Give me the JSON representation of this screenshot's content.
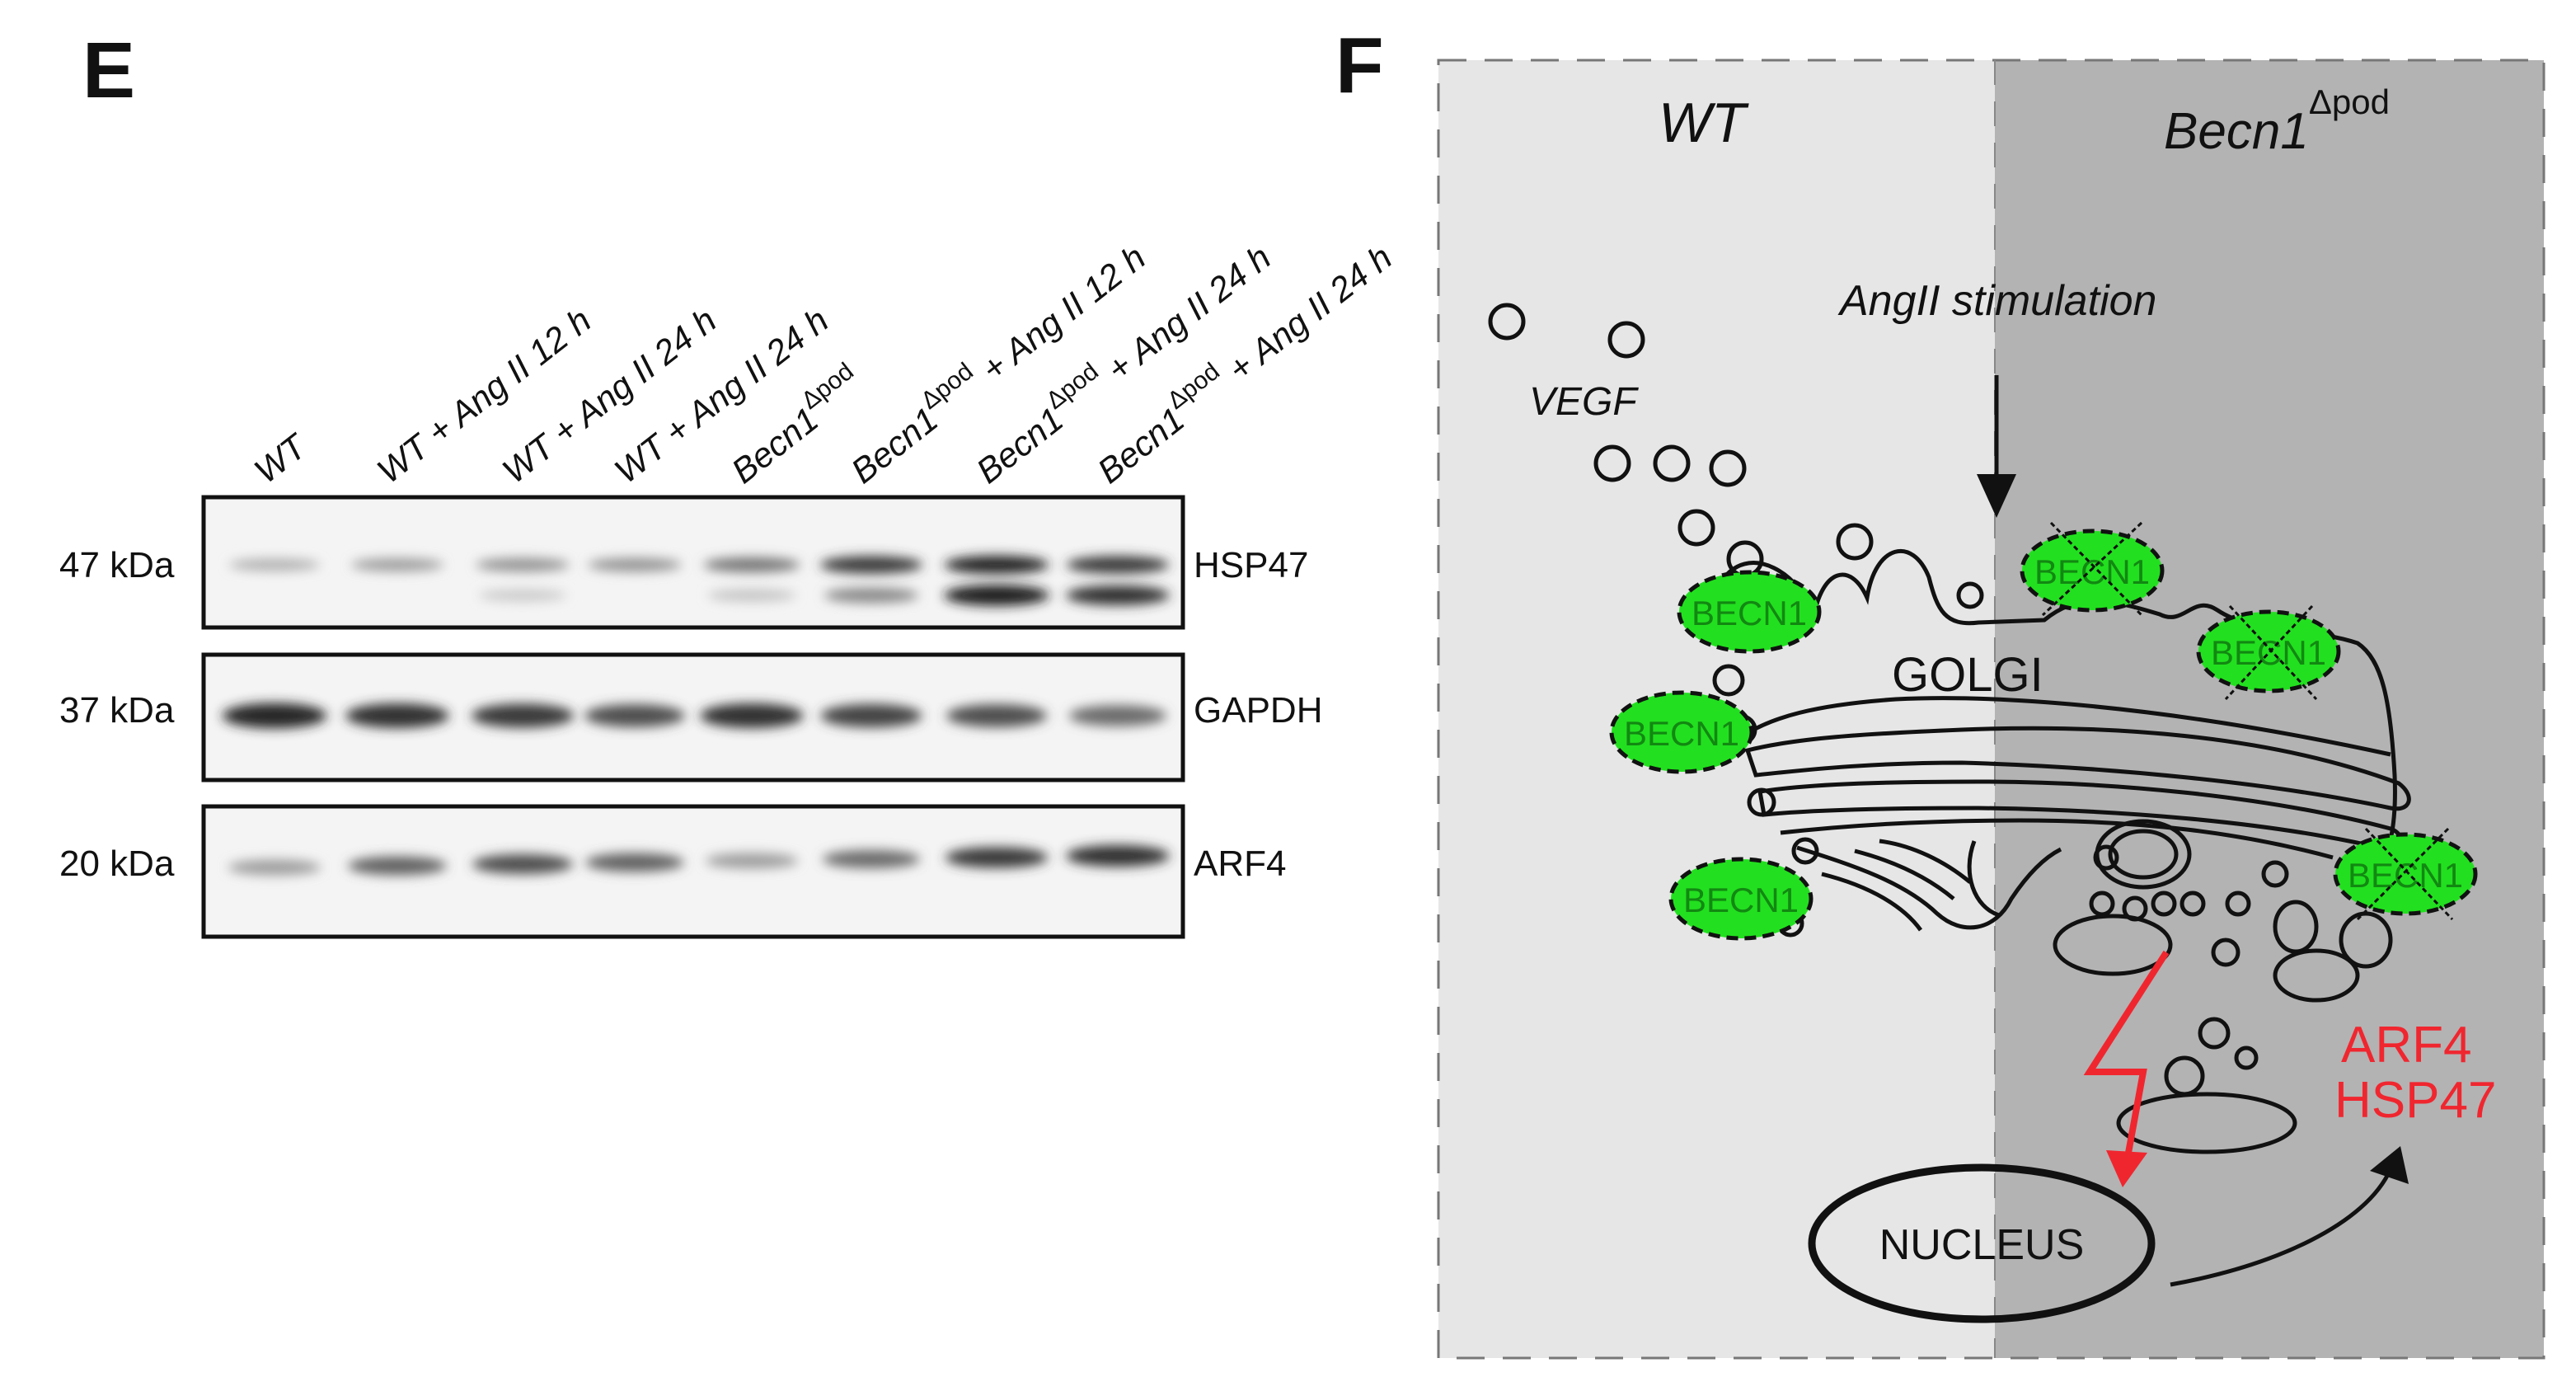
{
  "panel_e": {
    "letter": "E",
    "lanes": [
      {
        "main": "WT",
        "mid": "",
        "tail": ""
      },
      {
        "main": "WT + Ang II 12 h",
        "mid": "",
        "tail": ""
      },
      {
        "main": "WT + Ang II 24 h",
        "mid": "",
        "tail": ""
      },
      {
        "main": "WT + Ang II 24 h",
        "mid": "",
        "tail": ""
      },
      {
        "main": "Becn1",
        "mid": "Δpod",
        "tail": ""
      },
      {
        "main": "Becn1",
        "mid": "Δpod",
        "tail": " + Ang II 12 h"
      },
      {
        "main": "Becn1",
        "mid": "Δpod",
        "tail": " + Ang II 24 h"
      },
      {
        "main": "Becn1",
        "mid": "Δpod",
        "tail": " + Ang II 24 h"
      }
    ],
    "blots": [
      {
        "mw": "47 kDa",
        "protein": "HSP47",
        "upper_intensity": [
          0.25,
          0.35,
          0.4,
          0.4,
          0.55,
          0.85,
          0.95,
          0.85
        ],
        "lower_intensity": [
          0,
          0,
          0.12,
          0,
          0.15,
          0.45,
          1.0,
          0.9
        ]
      },
      {
        "mw": "37 kDa",
        "protein": "GAPDH",
        "intensity": [
          0.95,
          0.9,
          0.85,
          0.75,
          0.9,
          0.8,
          0.75,
          0.6
        ]
      },
      {
        "mw": "20 kDa",
        "protein": "ARF4",
        "intensity": [
          0.35,
          0.65,
          0.75,
          0.65,
          0.35,
          0.6,
          0.85,
          0.9
        ]
      }
    ]
  },
  "panel_f": {
    "letter": "F",
    "region_wt": "WT",
    "region_ko": "Becn1",
    "region_ko_sup": "Δpod",
    "stimulation": "AngII stimulation",
    "vegf": "VEGF",
    "golgi": "GOLGI",
    "nucleus": "NUCLEUS",
    "becn1_label": "BECN1",
    "arf4": "ARF4",
    "hsp47": "HSP47",
    "colors": {
      "wt_bg": "#e6e6e6",
      "ko_bg": "#b3b3b3",
      "becn1": "#22e01f",
      "signal": "#f0262f"
    }
  }
}
